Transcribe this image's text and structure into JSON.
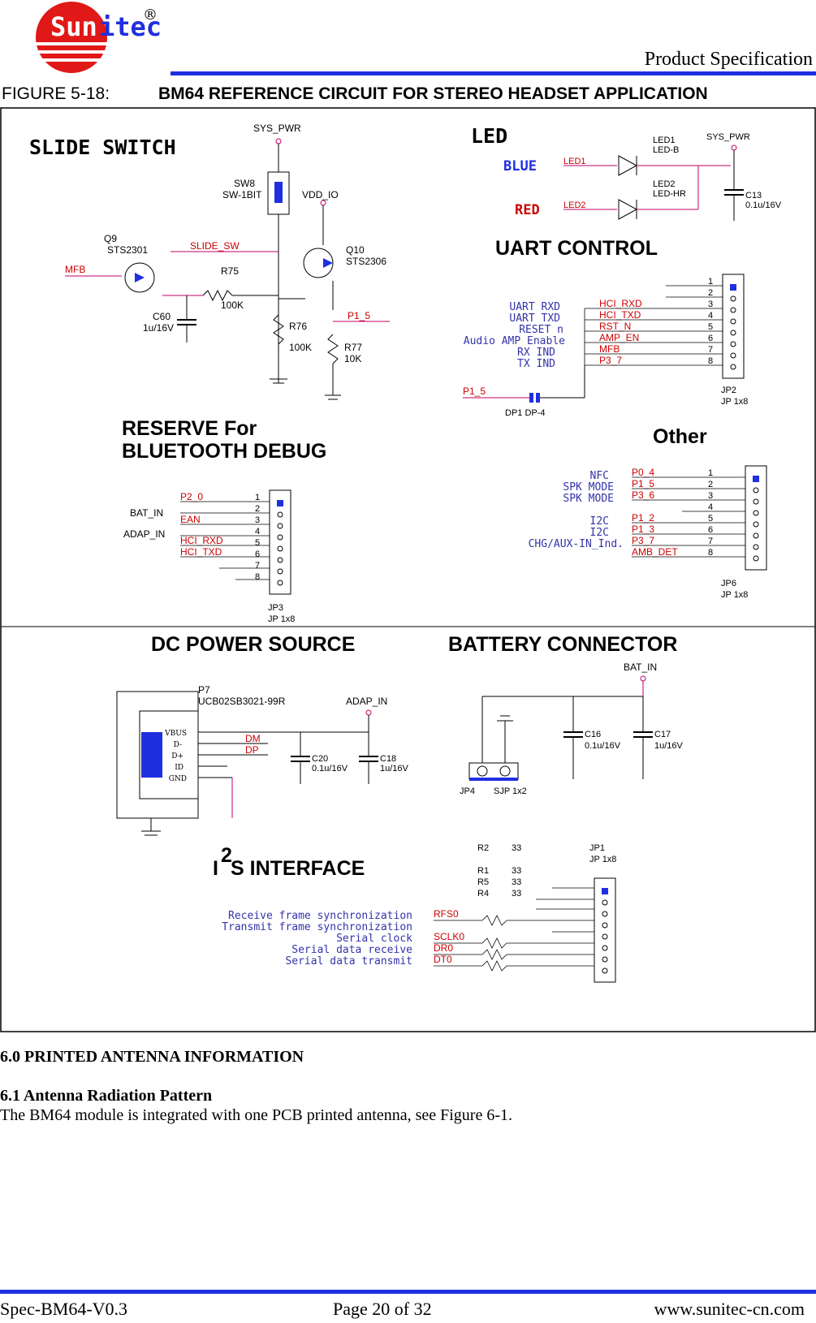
{
  "header": {
    "logo_text_a": "Sun",
    "logo_text_b": "itec",
    "logo_reg": "®",
    "title": "Product Specification"
  },
  "figure": {
    "number": "FIGURE 5-18:",
    "title": "BM64 REFERENCE CIRCUIT FOR STEREO HEADSET APPLICATION"
  },
  "schematic": {
    "slide_switch": {
      "heading": "SLIDE  SWITCH",
      "sys_pwr": "SYS_PWR",
      "sw": "SW8",
      "sw_part": "SW-1BIT",
      "vdd": "VDD_IO",
      "q9": "Q9",
      "q9_part": "STS2301",
      "slide_net": "SLIDE_SW",
      "mfb": "MFB",
      "r75": "R75",
      "r75_val": "100K",
      "c60": "C60",
      "c60_val": "1u/16V",
      "q10": "Q10",
      "q10_part": "STS2306",
      "p15": "P1_5",
      "r76": "R76",
      "r76_val": "100K",
      "r77": "R77",
      "r77_val": "10K"
    },
    "led": {
      "heading": "LED",
      "blue": "BLUE",
      "red": "RED",
      "led1_net": "LED1",
      "led2_net": "LED2",
      "led1": "LED1",
      "led1_part": "LED-B",
      "led2": "LED2",
      "led2_part": "LED-HR",
      "sys_pwr": "SYS_PWR",
      "c13": "C13",
      "c13_val": "0.1u/16V"
    },
    "uart": {
      "heading": "UART CONTROL",
      "descs": [
        "UART RXD",
        "UART TXD",
        "RESET n",
        "Audio AMP Enable",
        "RX IND",
        "TX IND"
      ],
      "nets": [
        "HCI_RXD",
        "HCI_TXD",
        "RST_N",
        "AMP_EN",
        "MFB",
        "P3_7"
      ],
      "pins": [
        "1",
        "2",
        "3",
        "4",
        "5",
        "6",
        "7",
        "8"
      ],
      "jp": "JP2",
      "jp_part": "JP 1x8",
      "dp_net": "P1_5",
      "dp": "DP1 DP-4"
    },
    "debug": {
      "heading_1": "RESERVE  For",
      "heading_2": "BLUETOOTH  DEBUG",
      "bat_in": "BAT_IN",
      "adap_in": "ADAP_IN",
      "nets": [
        "P2_0",
        "EAN",
        "HCI_RXD",
        "HCI_TXD"
      ],
      "pins": [
        "1",
        "2",
        "3",
        "4",
        "5",
        "6",
        "7",
        "8"
      ],
      "jp": "JP3",
      "jp_part": "JP 1x8"
    },
    "other": {
      "heading": "Other",
      "descs": [
        "NFC",
        "SPK  MODE",
        "SPK  MODE",
        "I2C",
        "I2C",
        "CHG/AUX-IN_Ind."
      ],
      "nets": [
        "P0_4",
        "P1_5",
        "P3_6",
        "P1_2",
        "P1_3",
        "P3_7",
        "AMB_DET"
      ],
      "pins": [
        "1",
        "2",
        "3",
        "4",
        "5",
        "6",
        "7",
        "8"
      ],
      "jp": "JP6",
      "jp_part": "JP 1x8"
    },
    "dc_power": {
      "heading": "DC POWER SOURCE",
      "p7": "P7",
      "p7_part": "UCB02SB3021-99R",
      "adap_in": "ADAP_IN",
      "dm": "DM",
      "dp": "DP",
      "pin_labels": [
        "VBUS",
        "D-",
        "D+",
        "ID",
        "GND"
      ],
      "c20": "C20",
      "c20_val": "0.1u/16V",
      "c18": "C18",
      "c18_val": "1u/16V"
    },
    "battery": {
      "heading": "BATTERY  CONNECTOR",
      "bat_in": "BAT_IN",
      "c16": "C16",
      "c16_val": "0.1u/16V",
      "c17": "C17",
      "c17_val": "1u/16V",
      "jp4": "JP4",
      "jp4_part": "SJP 1x2"
    },
    "i2s": {
      "heading_i": "I",
      "heading_sup": "2",
      "heading_rest": "S  INTERFACE",
      "resistors": [
        {
          "ref": "R2",
          "val": "33"
        },
        {
          "ref": "R1",
          "val": "33"
        },
        {
          "ref": "R5",
          "val": "33"
        },
        {
          "ref": "R4",
          "val": "33"
        }
      ],
      "descs": [
        "Receive  frame  synchronization",
        "Transmit  frame  synchronization",
        "Serial  clock",
        "Serial  data  receive",
        "Serial  data  transmit"
      ],
      "nets": [
        "RFS0",
        "SCLK0",
        "DR0",
        "DT0"
      ],
      "jp": "JP1",
      "jp_part": "JP 1x8"
    }
  },
  "section": {
    "h60": "6.0 PRINTED ANTENNA INFORMATION",
    "h61": "6.1 Antenna Radiation Pattern",
    "p61": "The BM64 module is integrated with one PCB printed antenna, see Figure 6-1."
  },
  "footer": {
    "left": "Spec-BM64-V0.3",
    "center": "Page 20 of 32",
    "right": "www.sunitec-cn.com"
  },
  "colors": {
    "rule_blue": "#1f2fe0",
    "logo_red": "#e01818",
    "net_red": "#cc0000",
    "desc_blue": "#3333aa",
    "wire_magenta": "#c0006a"
  }
}
